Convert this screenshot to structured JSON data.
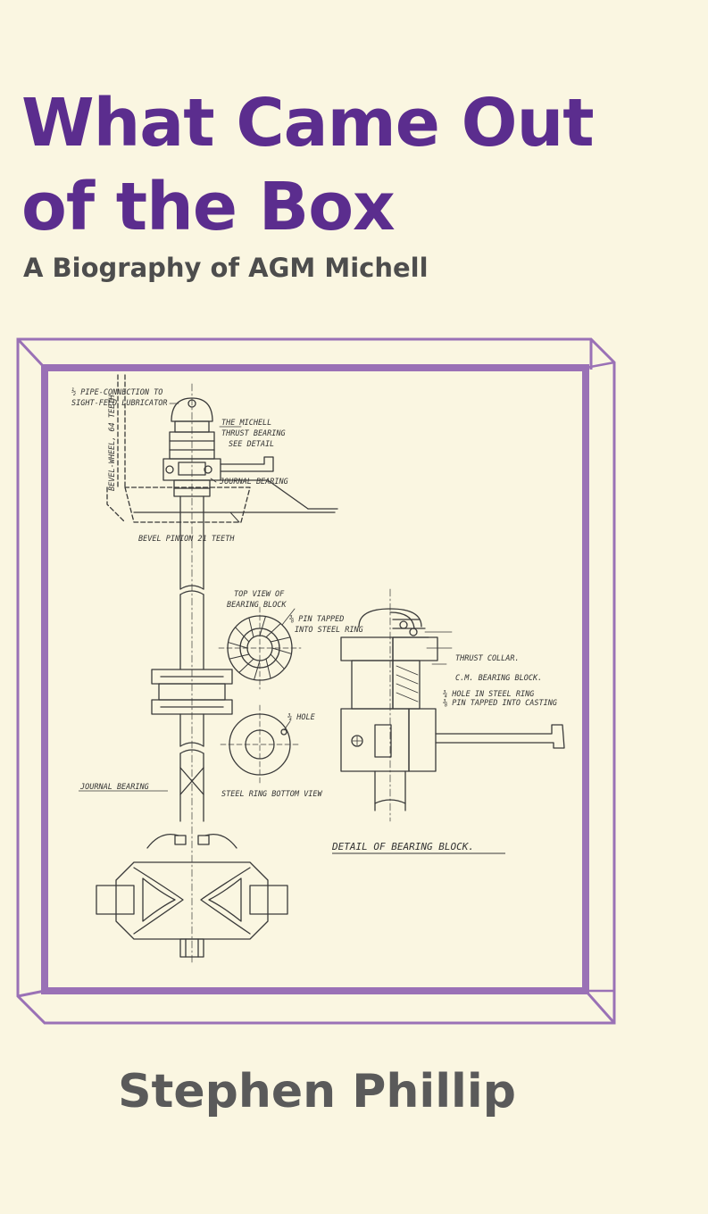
{
  "book": {
    "title_line1": "What Came Out",
    "title_line2": "of the Box",
    "subtitle": "A Biography of AGM Michell",
    "author": "Stephen Phillip"
  },
  "drawing": {
    "labels": {
      "pipe_connection_1": "½ PIPE-CONNECTION TO",
      "pipe_connection_2": "SIGHT-FEED LUBRICATOR",
      "michell_1": "THE MICHELL",
      "michell_2": "THRUST BEARING",
      "michell_3": "SEE DETAIL",
      "bevel_wheel": "BEVEL-WHEEL, 64 TEETH",
      "journal_bearing_top": "JOURNAL BEARING",
      "bevel_pinion": "BEVEL PINION 21 TEETH",
      "top_view_1": "TOP VIEW OF",
      "top_view_2": "BEARING BLOCK",
      "pin_tapped_1": "⅜ PIN TAPPED",
      "pin_tapped_2": "INTO STEEL RING",
      "hole": "¾ HOLE",
      "steel_ring": "STEEL RING BOTTOM VIEW",
      "journal_bearing_bottom": "JOURNAL BEARING",
      "thrust_collar": "THRUST COLLAR.",
      "bearing_block": "C.M. BEARING BLOCK.",
      "hole_steel_ring": "¾ HOLE IN STEEL RING",
      "pin_casting": "⅜ PIN TAPPED INTO CASTING",
      "detail": "DETAIL OF BEARING BLOCK."
    }
  },
  "colors": {
    "background": "#faf6e1",
    "title": "#5b2d8e",
    "subtitle": "#4d4d4d",
    "author": "#5a5a5a",
    "frame": "#9a71b6",
    "ink": "#3a3a3a"
  }
}
